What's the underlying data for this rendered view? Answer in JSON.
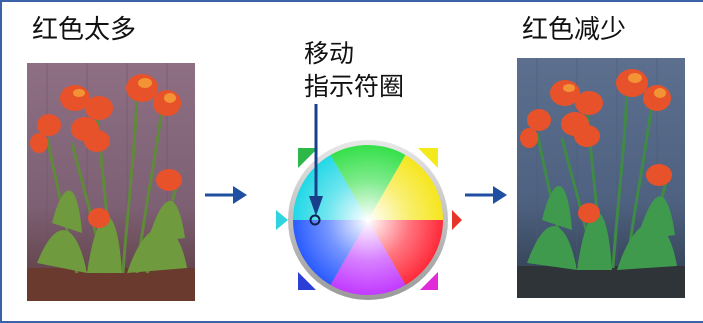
{
  "labels": {
    "too_much_red": "红色太多",
    "move_pointer_line1": "移动",
    "move_pointer_line2": "指示符圈",
    "less_red": "红色减少"
  },
  "colors": {
    "frame": "#3b63a8",
    "arrow": "#1f4fa0",
    "pointer_arrow": "#1a3f8a",
    "corner_green": "#2fb84a",
    "corner_yellow": "#f2ea1c",
    "corner_cyan": "#2fd4e0",
    "corner_red": "#e6362a",
    "corner_blue": "#2b3fd6",
    "corner_magenta": "#e12bd8"
  }
}
